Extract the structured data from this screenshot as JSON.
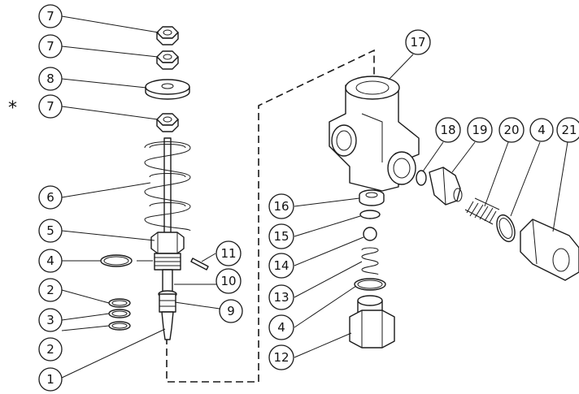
{
  "asterisk": "*",
  "callouts": [
    {
      "id": "c-7a",
      "label": "7"
    },
    {
      "id": "c-7b",
      "label": "7"
    },
    {
      "id": "c-8",
      "label": "8"
    },
    {
      "id": "c-7c",
      "label": "7"
    },
    {
      "id": "c-6",
      "label": "6"
    },
    {
      "id": "c-5",
      "label": "5"
    },
    {
      "id": "c-4a",
      "label": "4"
    },
    {
      "id": "c-11",
      "label": "11"
    },
    {
      "id": "c-10",
      "label": "10"
    },
    {
      "id": "c-2a",
      "label": "2"
    },
    {
      "id": "c-3",
      "label": "3"
    },
    {
      "id": "c-9",
      "label": "9"
    },
    {
      "id": "c-2b",
      "label": "2"
    },
    {
      "id": "c-1",
      "label": "1"
    },
    {
      "id": "c-17",
      "label": "17"
    },
    {
      "id": "c-18",
      "label": "18"
    },
    {
      "id": "c-19",
      "label": "19"
    },
    {
      "id": "c-20",
      "label": "20"
    },
    {
      "id": "c-4b",
      "label": "4"
    },
    {
      "id": "c-21",
      "label": "21"
    },
    {
      "id": "c-16",
      "label": "16"
    },
    {
      "id": "c-15",
      "label": "15"
    },
    {
      "id": "c-14",
      "label": "14"
    },
    {
      "id": "c-13",
      "label": "13"
    },
    {
      "id": "c-4c",
      "label": "4"
    },
    {
      "id": "c-12",
      "label": "12"
    }
  ]
}
